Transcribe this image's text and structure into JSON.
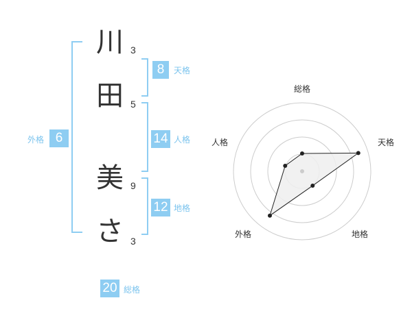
{
  "name": {
    "chars": [
      {
        "char": "川",
        "strokes": "3"
      },
      {
        "char": "田",
        "strokes": "5"
      },
      {
        "char": "美",
        "strokes": "9"
      },
      {
        "char": "さ",
        "strokes": "3"
      }
    ]
  },
  "fortunes": {
    "tenkaku": {
      "value": "8",
      "label": "天格"
    },
    "jinkaku": {
      "value": "14",
      "label": "人格"
    },
    "chikaku": {
      "value": "12",
      "label": "地格"
    },
    "gaikaku": {
      "value": "6",
      "label": "外格"
    },
    "soukaku": {
      "value": "20",
      "label": "総格"
    }
  },
  "chart_data": {
    "type": "radar",
    "axes": [
      "総格",
      "天格",
      "地格",
      "外格",
      "人格"
    ],
    "values": [
      1.3,
      4.3,
      1.3,
      4.0,
      1.3
    ],
    "range": [
      0,
      5
    ],
    "rings": 4,
    "colors": {
      "ring": "#cccccc",
      "fill": "#eeeeee",
      "stroke": "#222222",
      "center": "#cccccc"
    }
  }
}
